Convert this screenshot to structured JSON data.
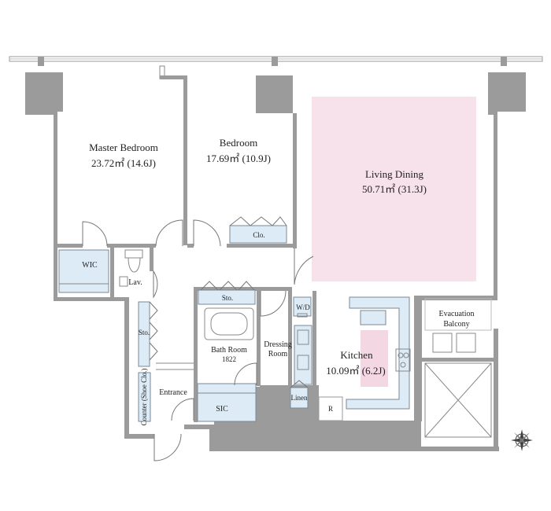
{
  "rooms": {
    "master_bedroom": {
      "name": "Master Bedroom",
      "area": "23.72㎡ (14.6J)"
    },
    "bedroom": {
      "name": "Bedroom",
      "area": "17.69㎡ (10.9J)"
    },
    "living_dining": {
      "name": "Living Dining",
      "area": "50.71㎡ (31.3J)"
    },
    "kitchen": {
      "name": "Kitchen",
      "area": "10.09㎡ (6.2J)"
    },
    "bath_room": {
      "name": "Bath Room",
      "code": "1822"
    },
    "dressing_room": {
      "line1": "Dressing",
      "line2": "Room"
    },
    "entrance": {
      "name": "Entrance"
    },
    "evacuation_balcony": {
      "line1": "Evacuation",
      "line2": "Balcony"
    }
  },
  "storage": {
    "wic": "WIC",
    "lav": "Lav.",
    "clo": "Clo.",
    "sto_bath": "Sto.",
    "sto_hall": "Sto.",
    "sic": "SIC",
    "wd": "W/D",
    "linen": "Linen",
    "fridge": "R",
    "counter": "Counter (Shoe Clo.)"
  },
  "colors": {
    "wall": "#9b9b9b",
    "storage_blue": "#dcebf5",
    "living_pink": "#f7e1ea"
  }
}
